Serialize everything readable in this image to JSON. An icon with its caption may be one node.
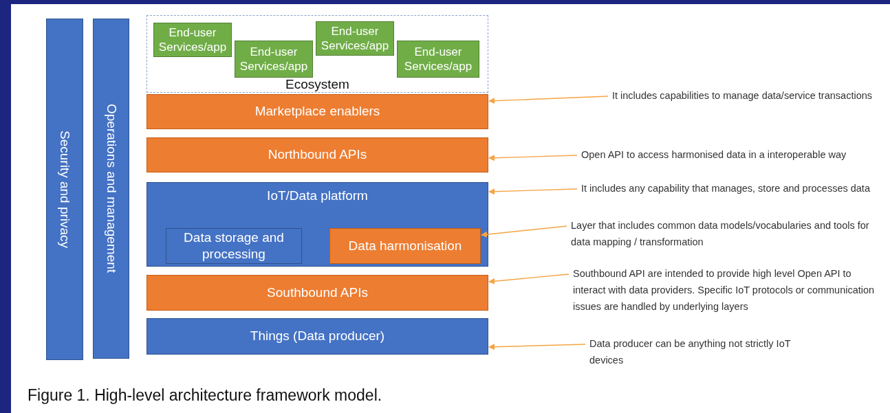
{
  "diagram": {
    "caption": "Figure 1. High-level architecture framework model.",
    "nodes": [
      {
        "text": [
          "Ecosystem"
        ]
      },
      {
        "text": [
          "End-user Services/app"
        ],
        "in": 0
      },
      {
        "text": [
          "End-user Services/app"
        ],
        "in": 0
      },
      {
        "text": [
          "End-user Services/app"
        ],
        "in": 0
      },
      {
        "text": [
          "End-user Services/app"
        ],
        "in": 0
      },
      {
        "text": [
          "Marketplace enablers"
        ]
      },
      {
        "text": [
          "Northbound APIs"
        ]
      },
      {
        "text": [
          "IoT/Data platform"
        ]
      },
      {
        "text": [
          "Data storage and processing"
        ],
        "in": 7
      },
      {
        "text": [
          "Data harmonisation"
        ],
        "in": 7
      },
      {
        "text": [
          "Southbound APIs"
        ]
      },
      {
        "text": [
          "Things (Data producer)"
        ]
      },
      {
        "text": [
          "Security and privacy"
        ]
      },
      {
        "text": [
          "Operations and management"
        ]
      },
      {
        "text": [
          "It includes capabilities to manage data/service transactions"
        ]
      },
      {
        "text": [
          "Open API to access harmonised data in a interoperable way"
        ]
      },
      {
        "text": [
          "It includes any capability that manages, store and processes data"
        ]
      },
      {
        "text": [
          "Layer that includes common data models/vocabularies and tools for data mapping / transformation"
        ]
      },
      {
        "text": [
          "Southbound API are intended to provide high level Open API to interact with data providers. Specific IoT protocols or communication issues are handled by underlying layers"
        ]
      },
      {
        "text": [
          "Data producer can be anything not strictly IoT devices"
        ]
      }
    ],
    "edges": [
      {
        "from": 14,
        "to": 5,
        "arrow": "to"
      },
      {
        "from": 15,
        "to": 6,
        "arrow": "to"
      },
      {
        "from": 16,
        "to": 7,
        "arrow": "to"
      },
      {
        "from": 17,
        "to": 9,
        "arrow": "to"
      },
      {
        "from": 18,
        "to": 10,
        "arrow": "to"
      },
      {
        "from": 19,
        "to": 11,
        "arrow": "to"
      }
    ]
  }
}
